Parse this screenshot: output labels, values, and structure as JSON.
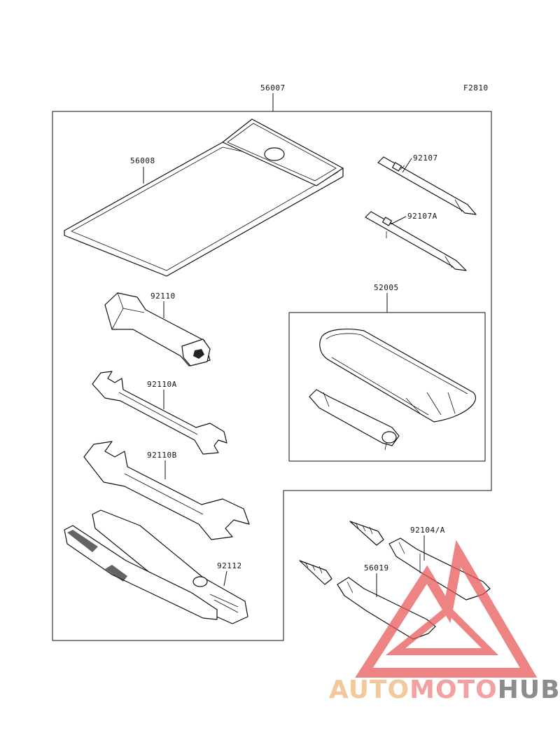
{
  "figure_code": "F2810",
  "parts": {
    "kit": "56007",
    "bag": "56008",
    "driver_1": "92107",
    "driver_2": "92107A",
    "box_wrench": "92110",
    "wrench_a": "92110A",
    "wrench_b": "92110B",
    "pliers": "92112",
    "pump_kit": "52005",
    "tube_1": "92104/A",
    "tube_2": "56019"
  },
  "watermark": {
    "part1": "AUTO",
    "part2": "MOTO",
    "part3": "HUB",
    "colors": {
      "auto": "#f3c89a",
      "moto": "#f2a0a0",
      "hub": "#8c8c8c",
      "logo": "#e85a5a"
    }
  }
}
